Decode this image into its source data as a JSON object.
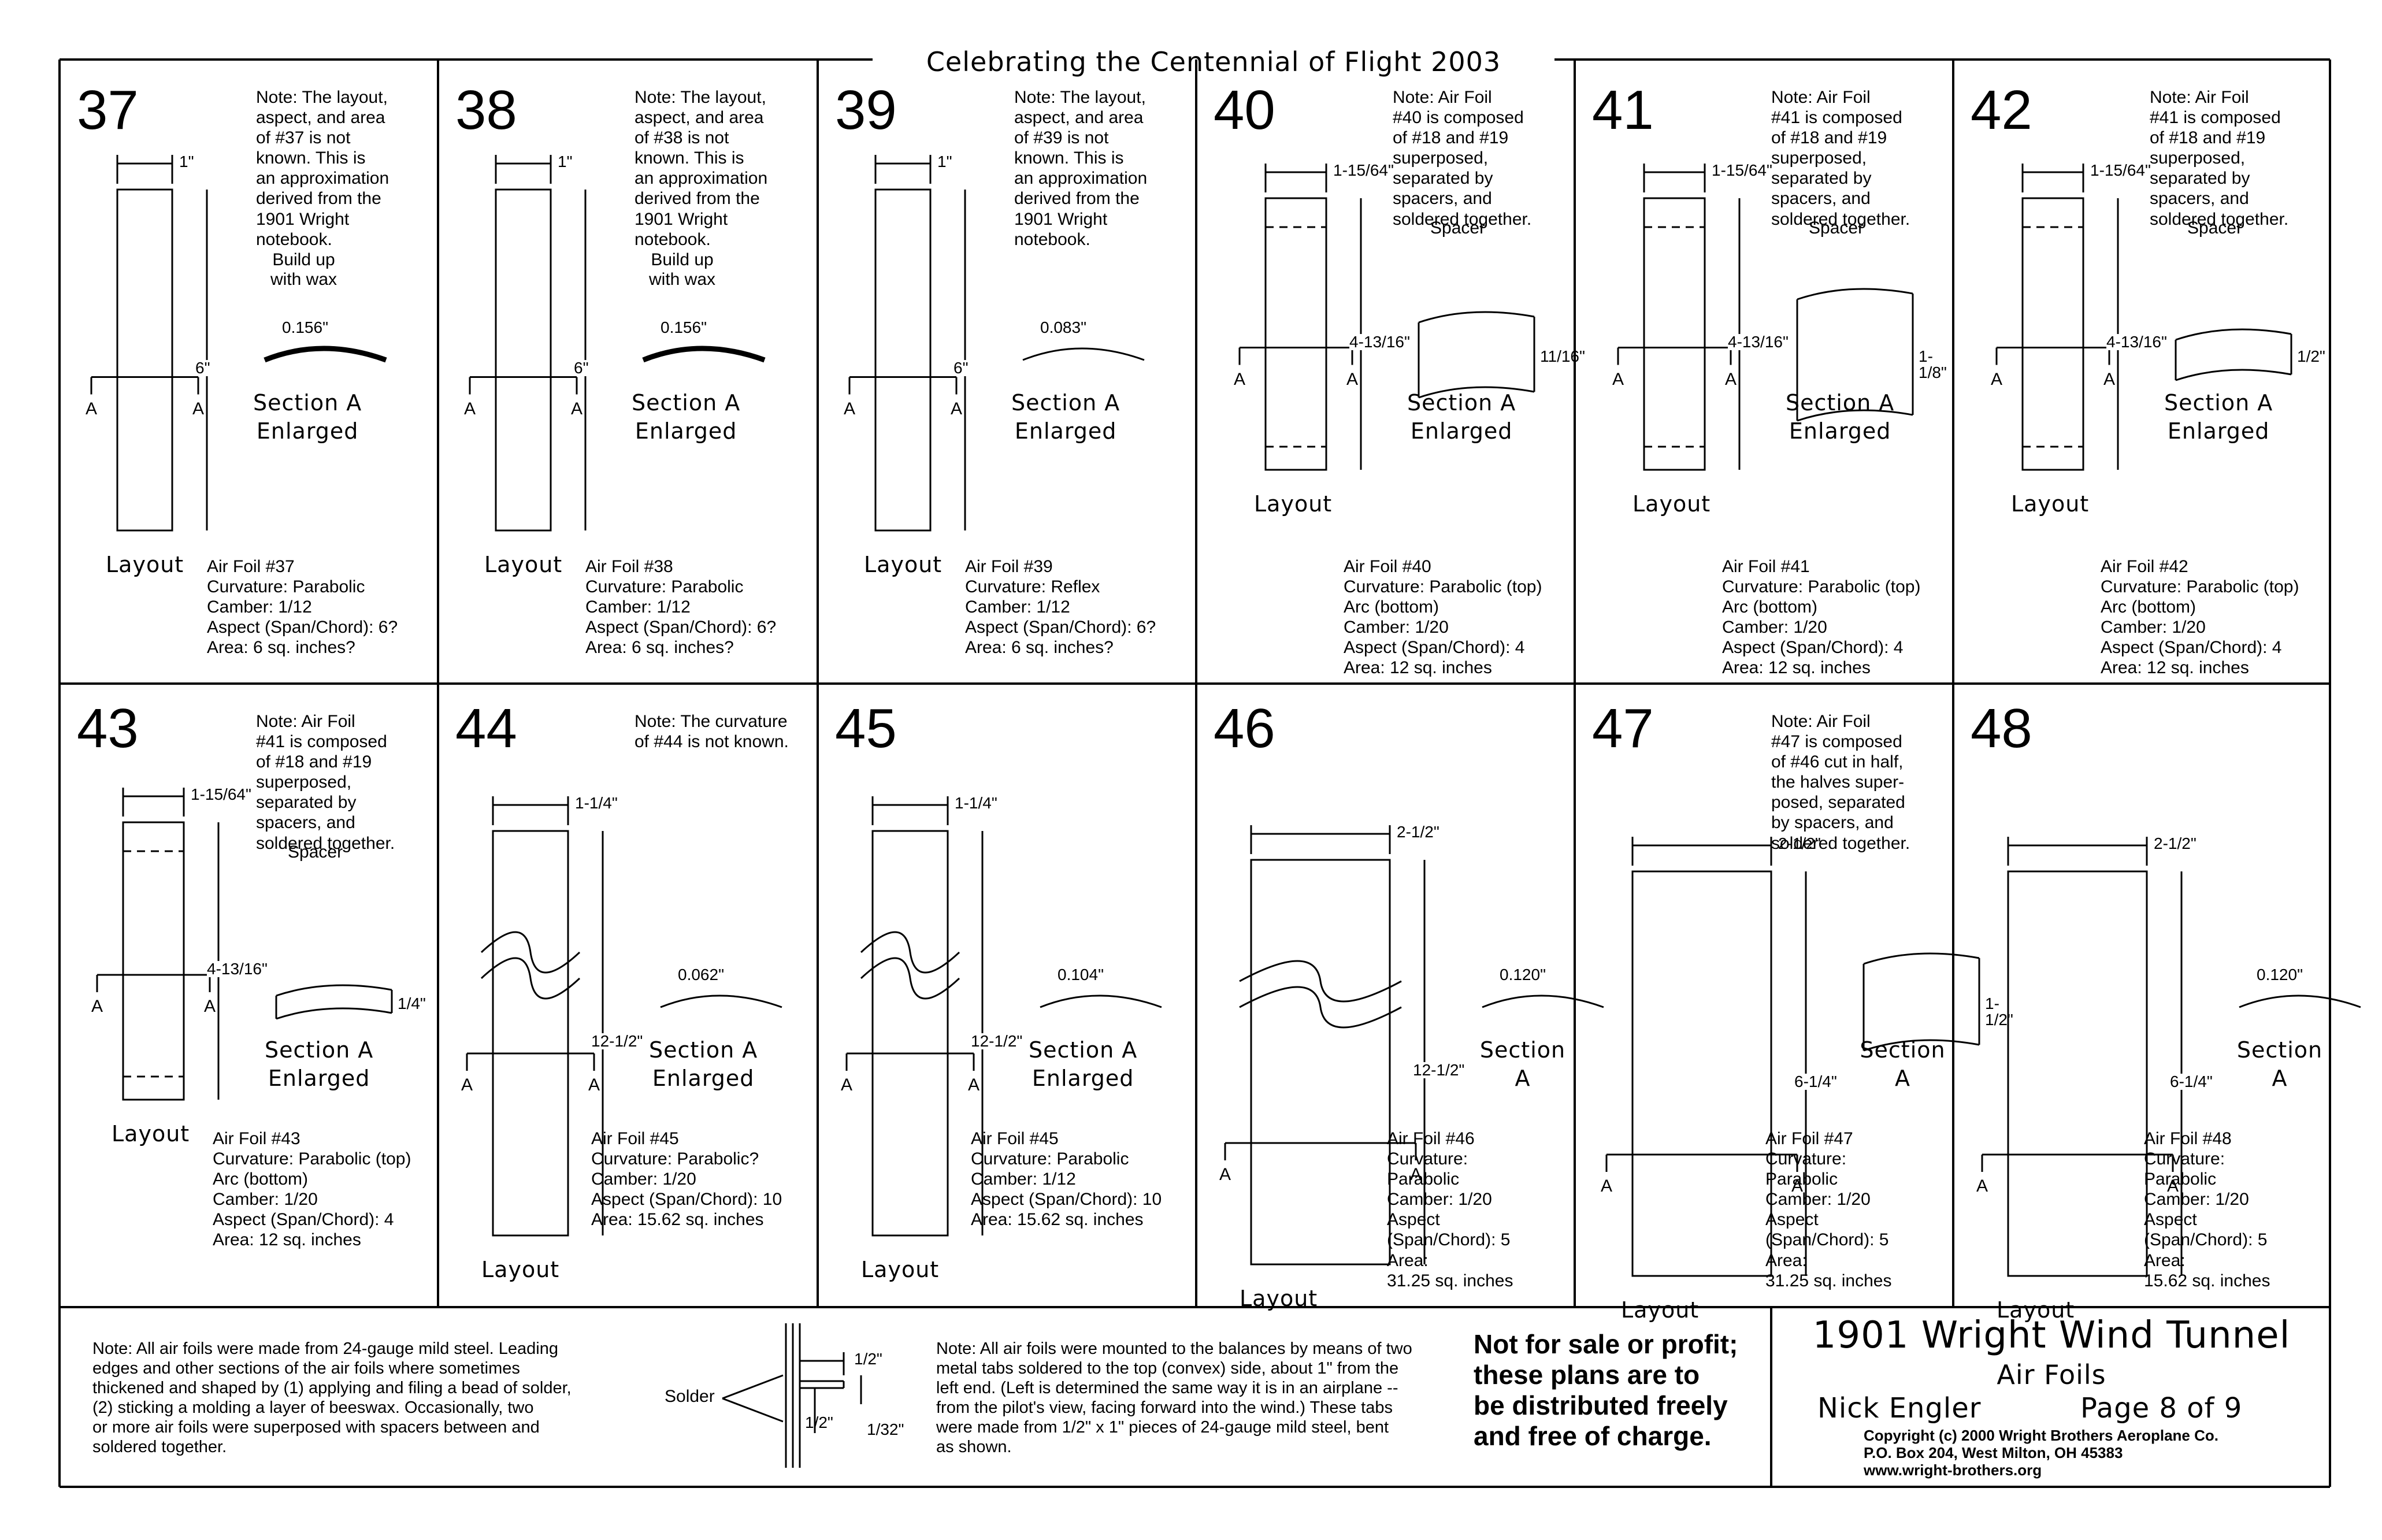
{
  "header": {
    "banner": "Celebrating the Centennial of Flight 2003"
  },
  "labels": {
    "layout": "Layout",
    "section_enlarged": "Section A\nEnlarged",
    "section": "Section A",
    "spacer": "Spacer",
    "build_up": "Build up\nwith wax",
    "a_mark": "A"
  },
  "panels": [
    {
      "num": "37",
      "note": "Note: The layout,\naspect, and area\nof #37 is not\nknown. This is\nan approximation\nderived from the\n1901 Wright\nnotebook.",
      "width_dim": "1\"",
      "height_dim": "6\"",
      "section_dim": "0.156\"",
      "spec": "Air Foil #37\nCurvature: Parabolic\nCamber: 1/12\nAspect (Span/Chord): 6?\nArea: 6 sq. inches?"
    },
    {
      "num": "38",
      "note": "Note: The layout,\naspect, and area\nof #38 is not\nknown. This is\nan approximation\nderived from the\n1901 Wright\nnotebook.",
      "width_dim": "1\"",
      "height_dim": "6\"",
      "section_dim": "0.156\"",
      "spec": "Air Foil #38\nCurvature: Parabolic\nCamber: 1/12\nAspect (Span/Chord): 6?\nArea: 6 sq. inches?"
    },
    {
      "num": "39",
      "note": "Note: The layout,\naspect, and area\nof #39 is not\nknown. This is\nan approximation\nderived from the\n1901 Wright\nnotebook.",
      "width_dim": "1\"",
      "height_dim": "6\"",
      "section_dim": "0.083\"",
      "spec": "Air Foil #39\nCurvature: Reflex\nCamber: 1/12\nAspect (Span/Chord): 6?\nArea: 6 sq. inches?"
    },
    {
      "num": "40",
      "note": "Note: Air Foil\n#40 is composed\nof #18 and #19\nsuperposed,\nseparated by\nspacers, and\nsoldered together.",
      "width_dim": "1-15/64\"",
      "height_dim": "4-13/16\"",
      "section_dim": "11/16\"",
      "spec": "Air Foil #40\nCurvature: Parabolic (top)\n      Arc (bottom)\nCamber: 1/20\nAspect (Span/Chord): 4\nArea: 12 sq. inches"
    },
    {
      "num": "41",
      "note": "Note: Air Foil\n#41 is composed\nof #18 and #19\nsuperposed,\nseparated by\nspacers, and\nsoldered together.",
      "width_dim": "1-15/64\"",
      "height_dim": "4-13/16\"",
      "section_dim": "1-1/8\"",
      "spec": "Air Foil #41\nCurvature: Parabolic (top)\n      Arc (bottom)\nCamber: 1/20\nAspect (Span/Chord): 4\nArea: 12 sq. inches"
    },
    {
      "num": "42",
      "note": "Note: Air Foil\n#41 is composed\nof #18 and #19\nsuperposed,\nseparated by\nspacers, and\nsoldered together.",
      "width_dim": "1-15/64\"",
      "height_dim": "4-13/16\"",
      "section_dim": "1/2\"",
      "spec": "Air Foil #42\nCurvature: Parabolic (top)\n      Arc (bottom)\nCamber: 1/20\nAspect (Span/Chord): 4\nArea: 12 sq. inches"
    },
    {
      "num": "43",
      "note": "Note: Air Foil\n#41 is composed\nof #18 and #19\nsuperposed,\nseparated by\nspacers, and\nsoldered together.",
      "width_dim": "1-15/64\"",
      "height_dim": "4-13/16\"",
      "section_dim": "1/4\"",
      "spec": "Air Foil #43\nCurvature: Parabolic (top)\n      Arc (bottom)\nCamber: 1/20\nAspect (Span/Chord): 4\nArea: 12 sq. inches"
    },
    {
      "num": "44",
      "note": "Note: The curvature\nof #44 is not known.",
      "width_dim": "1-1/4\"",
      "height_dim": "12-1/2\"",
      "section_dim": "0.062\"",
      "spec": "Air Foil #45\nCurvature: Parabolic?\nCamber: 1/20\nAspect (Span/Chord): 10\nArea: 15.62 sq. inches"
    },
    {
      "num": "45",
      "note": "",
      "width_dim": "1-1/4\"",
      "height_dim": "12-1/2\"",
      "section_dim": "0.104\"",
      "spec": "Air Foil #45\nCurvature: Parabolic\nCamber: 1/12\nAspect (Span/Chord): 10\nArea: 15.62 sq. inches"
    },
    {
      "num": "46",
      "note": "",
      "width_dim": "2-1/2\"",
      "height_dim": "12-1/2\"",
      "section_dim": "0.120\"",
      "spec": "Air Foil #46\nCurvature:\n    Parabolic\nCamber: 1/20\nAspect\n   (Span/Chord): 5\nArea:\n       31.25 sq. inches"
    },
    {
      "num": "47",
      "note": "Note: Air Foil\n#47 is composed\nof #46 cut in half,\nthe halves super-\nposed, separated\nby spacers, and\nsoldered together.",
      "width_dim": "2-1/2\"",
      "height_dim": "6-1/4\"",
      "section_dim": "1-1/2\"",
      "spec": "Air Foil #47\nCurvature:\n    Parabolic\nCamber: 1/20\nAspect\n   (Span/Chord): 5\nArea:\n       31.25 sq. inches"
    },
    {
      "num": "48",
      "note": "",
      "width_dim": "2-1/2\"",
      "height_dim": "6-1/4\"",
      "section_dim": "0.120\"",
      "spec": "Air Foil #48\nCurvature:\n    Parabolic\nCamber: 1/20\nAspect\n   (Span/Chord): 5\nArea:\n       15.62 sq. inches"
    }
  ],
  "footer": {
    "note_left": "Note: All air foils were made from 24-gauge mild steel. Leading\nedges and other sections of the air foils where sometimes\nthickened and shaped by (1) applying and filing a bead of solder,\n(2) sticking a molding a layer of beeswax. Occasionally, two\nor more air foils were superposed with spacers between and\nsoldered together.",
    "solder_label": "Solder",
    "tab_dim_top": "1/2\"",
    "tab_dim_bottom": "1/2\"",
    "tab_dim_thick": "1/32\"",
    "note_right": "Note: All air foils were mounted to the balances by means of two\nmetal tabs soldered to the top (convex) side, about 1\" from the\nleft end. (Left is determined the same way it is in an airplane --\nfrom the pilot's view, facing forward into the wind.) These tabs\nwere made from 1/2\" x 1\" pieces of 24-gauge mild steel, bent\nas shown.",
    "not_for_sale": "Not for sale or profit;\nthese plans are to\nbe distributed freely\nand free of charge.",
    "title": "1901 Wright Wind Tunnel",
    "subtitle": "Air Foils",
    "author": "Nick Engler",
    "page": "Page 8 of 9",
    "copyright": "Copyright  (c) 2000 Wright Brothers Aeroplane Co.\nP.O. Box 204, West Milton, OH  45383\nwww.wright-brothers.org"
  }
}
